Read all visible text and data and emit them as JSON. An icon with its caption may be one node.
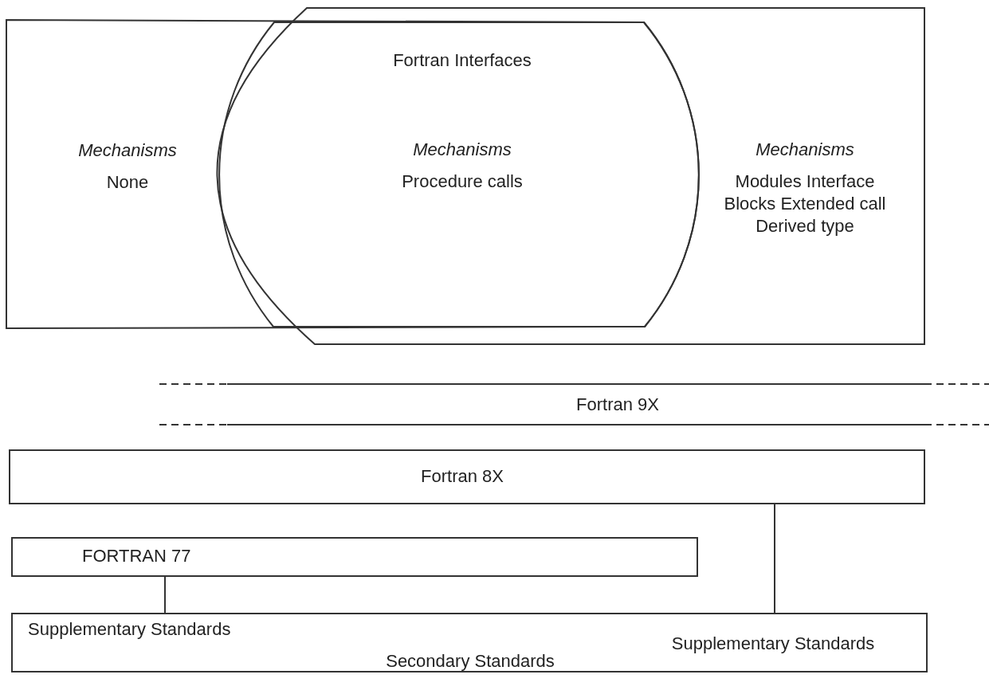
{
  "diagram": {
    "nodes": [
      {
        "text": [
          "Mechanisms",
          "None"
        ]
      },
      {
        "text": [
          "Fortran Interfaces",
          "Mechanisms",
          "Procedure calls"
        ]
      },
      {
        "text": [
          "Mechanisms",
          "Modules Interface Blocks Extended call Derived type"
        ]
      },
      {
        "text": [
          "Fortran 9X"
        ]
      },
      {
        "text": [
          "Fortran 8X"
        ]
      },
      {
        "text": [
          "FORTRAN 77"
        ]
      },
      {
        "text": [
          "Supplementary Standards",
          "Secondary Standards",
          "Supplementary Standards"
        ]
      }
    ],
    "edges": [
      {
        "from": 5,
        "to": 6,
        "arrow": "none"
      },
      {
        "from": 4,
        "to": 6,
        "arrow": "none"
      }
    ]
  }
}
